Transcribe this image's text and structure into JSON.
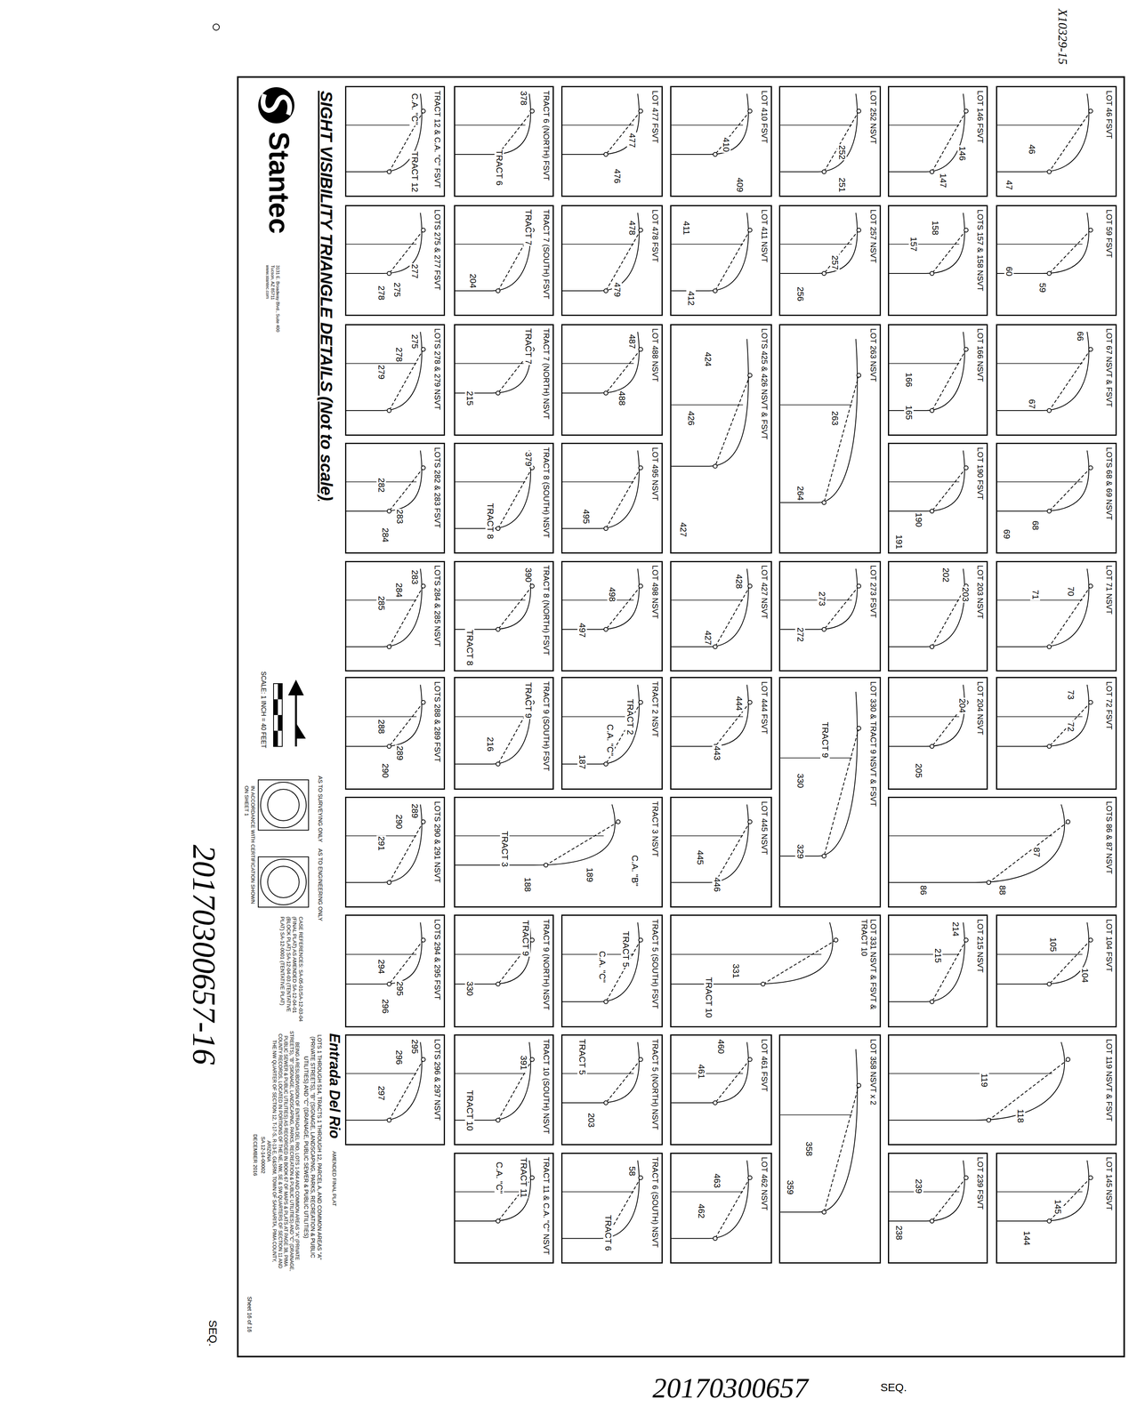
{
  "diagram": {
    "title": "SIGHT VISIBILITY TRIANGLE DETAILS (Not to scale)",
    "nodes": [
      {
        "text": [
          "LOT 46 FSVT",
          "46",
          "47"
        ]
      },
      {
        "text": [
          "LOT 59 FSVT",
          "59",
          "60"
        ]
      },
      {
        "text": [
          "LOT 67 NSVT & FSVT",
          "66",
          "67"
        ]
      },
      {
        "text": [
          "LOTS 68 & 69 NSVT",
          "68",
          "69"
        ]
      },
      {
        "text": [
          "LOT 71 NSVT",
          "70",
          "71"
        ]
      },
      {
        "text": [
          "LOT 72 FSVT",
          "73",
          "72"
        ]
      },
      {
        "text": [
          "LOTS 86 & 87 NSVT",
          "87",
          "86",
          "88"
        ]
      },
      {
        "text": [
          "LOT 104 FSVT",
          "105",
          "104"
        ]
      },
      {
        "text": [
          "LOT 119 NSVT & FSVT",
          "119",
          "118"
        ]
      },
      {
        "text": [
          "LOT 145 NSVT",
          "145",
          "144"
        ]
      },
      {
        "text": [
          "LOT 146 FSVT",
          "146",
          "147"
        ]
      },
      {
        "text": [
          "LOTS 157 & 158 NSVT",
          "158",
          "157"
        ]
      },
      {
        "text": [
          "LOT 166 NSVT",
          "166",
          "165"
        ]
      },
      {
        "text": [
          "LOT 190 FSVT",
          "190",
          "191"
        ]
      },
      {
        "text": [
          "LOT 203 NSVT",
          "202",
          "203"
        ]
      },
      {
        "text": [
          "LOT 204 NSVT",
          "204",
          "205"
        ]
      },
      {
        "text": [
          "LOT 215 NSVT",
          "214",
          "215"
        ]
      },
      {
        "text": [
          "LOT 239 FSVT",
          "239",
          "238"
        ]
      },
      {
        "text": [
          "LOT 252 NSVT",
          "252",
          "251"
        ]
      },
      {
        "text": [
          "LOT 257 NSVT",
          "257",
          "256"
        ]
      },
      {
        "text": [
          "LOT 263 NSVT",
          "263",
          "264"
        ]
      },
      {
        "text": [
          "LOT 273 FSVT",
          "273",
          "272"
        ]
      },
      {
        "text": [
          "LOT 330 & TRACT 9 NSVT & FSVT",
          "TRACT 9",
          "330",
          "329"
        ]
      },
      {
        "text": [
          "LOT 331 NSVT & FSVT & TRACT 10",
          "331",
          "TRACT 10"
        ]
      },
      {
        "text": [
          "LOT 358 NSVT x 2",
          "358",
          "359"
        ]
      },
      {
        "text": [
          "LOT 410 FSVT",
          "410",
          "409"
        ]
      },
      {
        "text": [
          "LOT 411 NSVT",
          "411",
          "412"
        ]
      },
      {
        "text": [
          "LOTS 425 & 426 NSVT & FSVT",
          "424",
          "426",
          "427"
        ]
      },
      {
        "text": [
          "LOT 427 NSVT",
          "428",
          "427"
        ]
      },
      {
        "text": [
          "LOT 444 FSVT",
          "444",
          "443"
        ]
      },
      {
        "text": [
          "LOT 445 NSVT",
          "445",
          "446"
        ]
      },
      {
        "text": [
          "LOT 461 FSVT",
          "460",
          "461"
        ]
      },
      {
        "text": [
          "LOT 462 NSVT",
          "463",
          "462"
        ]
      },
      {
        "text": [
          "LOT 477 FSVT",
          "477",
          "476"
        ]
      },
      {
        "text": [
          "LOT 478 FSVT",
          "478",
          "479"
        ]
      },
      {
        "text": [
          "LOT 488 NSVT",
          "487",
          "488"
        ]
      },
      {
        "text": [
          "LOT 495 NSVT",
          "495"
        ]
      },
      {
        "text": [
          "LOT 498 NSVT",
          "498",
          "497"
        ]
      },
      {
        "text": [
          "TRACT 2 NSVT",
          "TRACT 2",
          "C.A. \"C\"",
          "187"
        ]
      },
      {
        "text": [
          "TRACT 3 NSVT",
          "C.A. \"B\"",
          "189",
          "TRACT 3",
          "188"
        ]
      },
      {
        "text": [
          "TRACT 5 (SOUTH) FSVT",
          "TRACT 5",
          "C.A. \"C\""
        ]
      },
      {
        "text": [
          "TRACT 5 (NORTH) NSVT",
          "TRACT 5",
          "203"
        ]
      },
      {
        "text": [
          "TRACT 6 (SOUTH) NSVT",
          "58",
          "TRACT 6"
        ]
      },
      {
        "text": [
          "TRACT 6 (NORTH) FSVT",
          "378",
          "TRACT 6"
        ]
      },
      {
        "text": [
          "TRACT 7 (SOUTH) FSVT",
          "TRACT 7",
          "204"
        ]
      },
      {
        "text": [
          "TRACT 7 (NORTH) NSVT",
          "TRACT 7",
          "215"
        ]
      },
      {
        "text": [
          "TRACT 8 (SOUTH) NSVT",
          "379",
          "TRACT 8"
        ]
      },
      {
        "text": [
          "TRACT 8 (NORTH) FSVT",
          "390",
          "TRACT 8"
        ]
      },
      {
        "text": [
          "TRACT 9 (SOUTH) FSVT",
          "TRACT 9",
          "216"
        ]
      },
      {
        "text": [
          "TRACT 9 (NORTH) NSVT",
          "TRACT 9",
          "330"
        ]
      },
      {
        "text": [
          "TRACT 10 (SOUTH) NSVT",
          "391",
          "TRACT 10"
        ]
      },
      {
        "text": [
          "TRACT 11 & C.A. \"C\" NSVT",
          "TRACT 11",
          "C.A. \"C\""
        ]
      },
      {
        "text": [
          "TRACT 12 & C.A. \"C\" FSVT",
          "C.A. \"C\"",
          "TRACT 12"
        ]
      },
      {
        "text": [
          "LOTS 275 & 277 FSVT",
          "277",
          "275",
          "278"
        ]
      },
      {
        "text": [
          "LOTS 278 & 279 NSVT",
          "275",
          "278",
          "279"
        ]
      },
      {
        "text": [
          "LOTS 282 & 283 FSVT",
          "282",
          "283",
          "284"
        ]
      },
      {
        "text": [
          "LOTS 284 & 285 NSVT",
          "283",
          "284",
          "285"
        ]
      },
      {
        "text": [
          "LOTS 288 & 289 FSVT",
          "288",
          "289",
          "290"
        ]
      },
      {
        "text": [
          "LOTS 290 & 291 NSVT",
          "289",
          "290",
          "291"
        ]
      },
      {
        "text": [
          "LOTS 294 & 295 FSVT",
          "294",
          "295",
          "296"
        ]
      },
      {
        "text": [
          "LOTS 296 & 297 NSVT",
          "295",
          "296",
          "297"
        ]
      }
    ],
    "labels": [
      "Stantec",
      "3131 E. Broadway Blvd., Suite 400 Tucson, AZ 85711 www.stantec.com",
      "SCALE: 1 INCH = 40 FEET",
      "AS TO SURVEYING ONLY",
      "AS TO ENGINEERING ONLY",
      "IN ACCORDANCE WITH CERTIFICATION SHOWN ON SHEET 1",
      "CASE REFERENCES: SA-05-01/SA-12-03-04 (FINAL PLAT) AS AMENDED SA-12-04-01 (BLOCK PLAT) SA-12-04-03 (TENTATIVE PLAT) SA-12-0001 (TENTATIVE PLAT)",
      "Entrada Del Rio",
      "AMENDED FINAL PLAT",
      "LOTS 1 THROUGH 514, TRACTS 1 THROUGH 12, PARCEL A, AND COMMON AREAS \"A\" (PRIVATE STREETS), \"B\" (SIGNAGE, LANDSCAPING, PARKS, RECREATION & PUBLIC UTILITIES) AND \"C\" (DRAINAGE, PUBLIC SEWER & PUBLIC UTILITIES)",
      "BEING A RESUBDIVISION OF ENTRADA DEL RIO, LOTS 1-564 AND COMMON AREAS \"A\" (PRIVATE STREETS), \"B\" (SIGNAGE, LANDSCAPING, PARKS, RECREATION & PUBLIC UTILITIES) AND \"C\" (DRAINAGE, PUBLIC SEWER & PUBLIC UTILITIES) AS RECORDED IN BOOK 67 OF MAPS & PLATS AT PAGE 38, PIMA COUNTY RECORDS, LOCATED IN PORTIONS OF THE NE, NW, SE & SW QUARTERS OF SECTION 11 AND THE NW QUARTER OF SECTION 12, T-17-S, R-13-E, G&SRM, TOWN OF SAHUARITA, PIMA COUNTY, ARIZONA",
      "SA 12-14-00002",
      "DECEMBER 2016",
      "Sheet 16 of 16",
      "X10329-15",
      "20170300657-16",
      "SEQ.",
      "20170300657",
      "SEQ."
    ]
  }
}
